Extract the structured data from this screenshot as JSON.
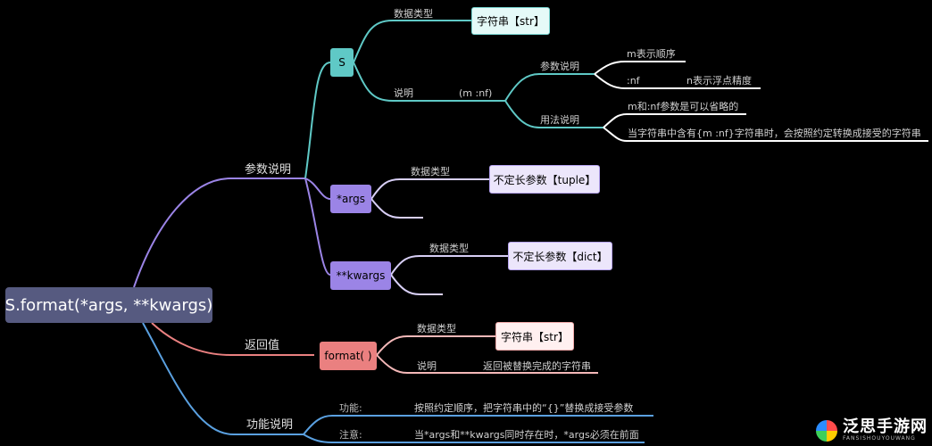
{
  "root": "S.format(*args, **kwargs)",
  "branches": {
    "params": {
      "label": "参数说明",
      "s": {
        "node": "S",
        "type_label": "数据类型",
        "type_value": "字符串【str】",
        "desc_label": "说明",
        "desc_sub": "(m :nf)",
        "param_label": "参数说明",
        "param_m": "m表示顺序",
        "param_nf_key": ":nf",
        "param_nf_value": "n表示浮点精度",
        "usage_label": "用法说明",
        "usage_1": "m和:nf参数是可以省略的",
        "usage_2": "当字符串中含有{m :nf}字符串时，会按照约定转换成接受的字符串"
      },
      "args": {
        "node": "*args",
        "type_label": "数据类型",
        "type_value": "不定长参数【tuple】"
      },
      "kwargs": {
        "node": "**kwargs",
        "type_label": "数据类型",
        "type_value": "不定长参数【dict】"
      }
    },
    "return": {
      "label": "返回值",
      "node": "format( )",
      "type_label": "数据类型",
      "type_value": "字符串【str】",
      "desc_label": "说明",
      "desc_value": "返回被替换完成的字符串"
    },
    "function": {
      "label": "功能说明",
      "func_label": "功能:",
      "func_value": "按照约定顺序，把字符串中的“{}”替换成接受参数",
      "note_label": "注意:",
      "note_value": "当*args和**kwargs同时存在时，*args必须在前面"
    }
  },
  "watermark": {
    "name": "泛思手游网",
    "sub": "FANSISHOUYOUWANG"
  },
  "colors": {
    "root": "#565a80",
    "purple": "#9b84e6",
    "teal": "#5fc9c6",
    "salmon": "#ea8080",
    "blue": "#5aa0e0"
  }
}
